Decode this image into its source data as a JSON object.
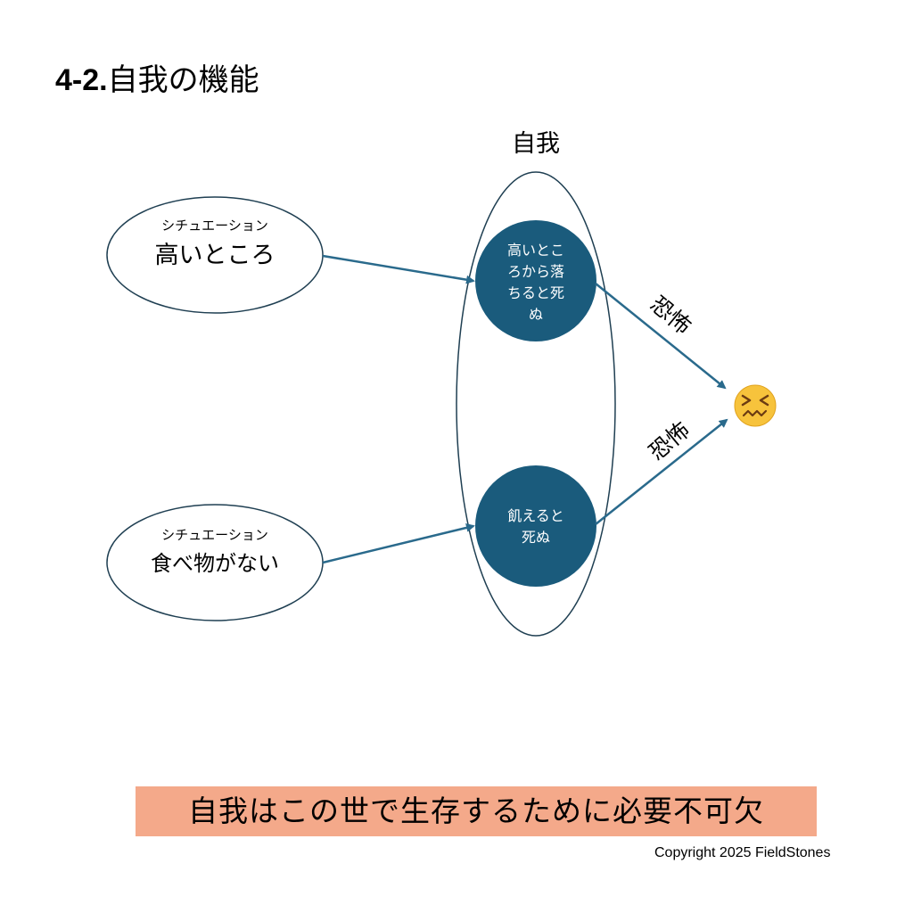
{
  "title": {
    "number": "4-2.",
    "text": "自我の機能"
  },
  "ego": {
    "label": "自我"
  },
  "situations": [
    {
      "caption": "シチュエーション",
      "text": "高いところ"
    },
    {
      "caption": "シチュエーション",
      "text": "食べ物がない"
    }
  ],
  "beliefs": [
    {
      "lines": [
        "高いとこ",
        "ろから落",
        "ちると死",
        "ぬ"
      ]
    },
    {
      "lines": [
        "飢えると",
        "死ぬ"
      ]
    }
  ],
  "emotion_labels": [
    "恐怖",
    "恐怖"
  ],
  "result": {
    "icon": "confounded-face-emoji",
    "glyph": "😖"
  },
  "takeaway": "自我はこの世で生存するために必要不可欠",
  "copyright": "Copyright 2025 FieldStones",
  "colors": {
    "belief_fill": "#1a5b7c",
    "arrow": "#2a6a8c",
    "takeaway_bg": "#f4a98a"
  }
}
